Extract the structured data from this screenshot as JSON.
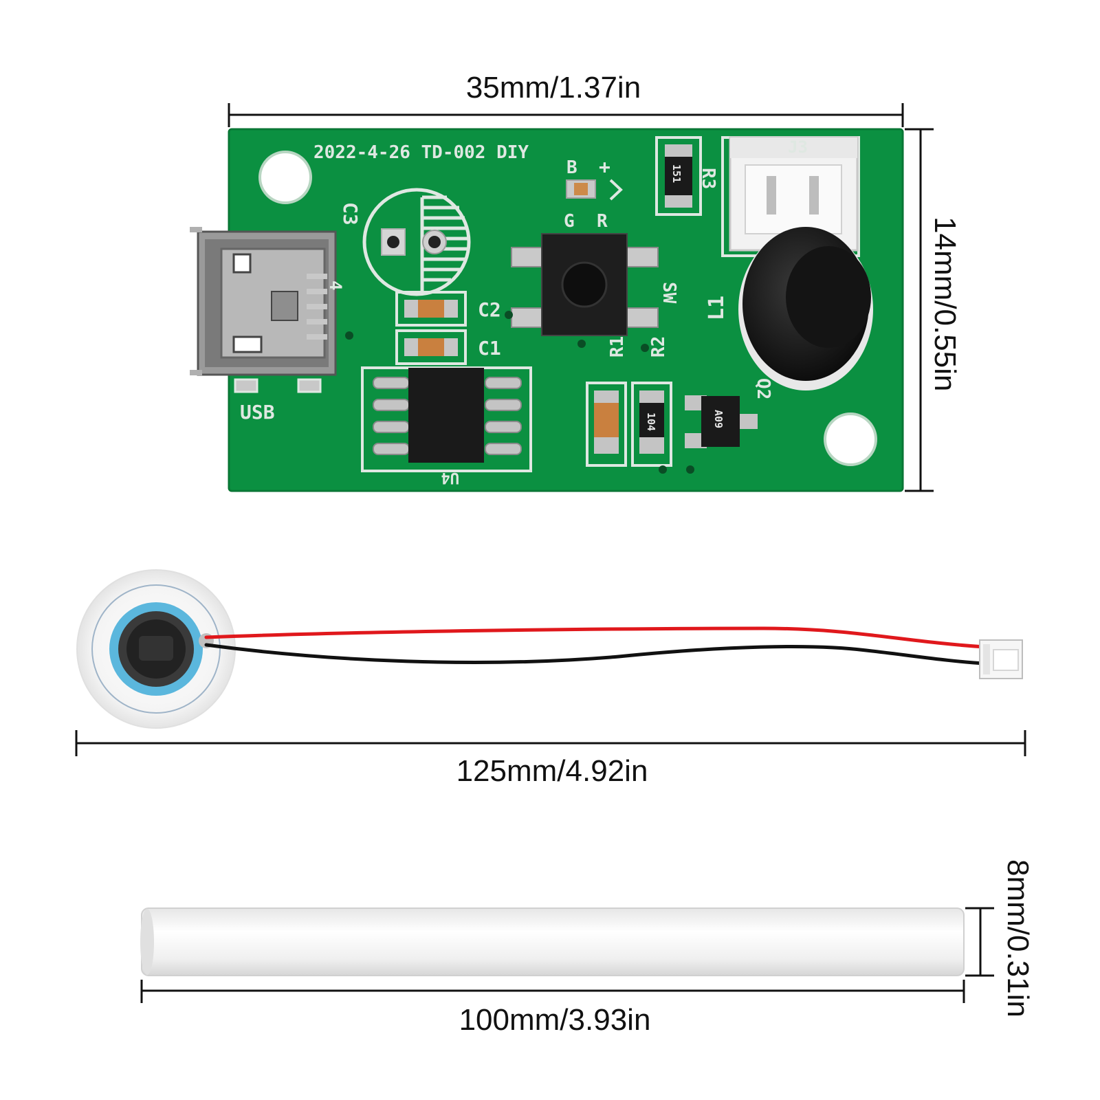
{
  "colors": {
    "pcb_green": "#0a8a3e",
    "silkscreen": "#dfe8e2",
    "wire_red": "#e0181c",
    "wire_black": "#111111",
    "transducer_ring": "#5bb7dd",
    "dimension_line": "#111111"
  },
  "pcb": {
    "width_label": "35mm/1.37in",
    "height_label": "14mm/0.55in",
    "silkscreen": {
      "board_id": "2022-4-26 TD-002 DIY",
      "usb": "USB",
      "c1": "C1",
      "c2": "C2",
      "c3": "C3",
      "r1": "R1",
      "r2": "R2",
      "r3": "R3",
      "q2": "Q2",
      "l1": "L1",
      "sw": "SW",
      "j3": "J3",
      "u4": "U4",
      "led_b": "B",
      "led_plus": "+",
      "led_g": "G",
      "led_r": "R",
      "pin4": "4",
      "res_151": "151",
      "res_104": "104",
      "q_a09": "A09"
    }
  },
  "transducer": {
    "length_label": "125mm/4.92in"
  },
  "cotton_stick": {
    "length_label": "100mm/3.93in",
    "diameter_label": "8mm/0.31in"
  }
}
